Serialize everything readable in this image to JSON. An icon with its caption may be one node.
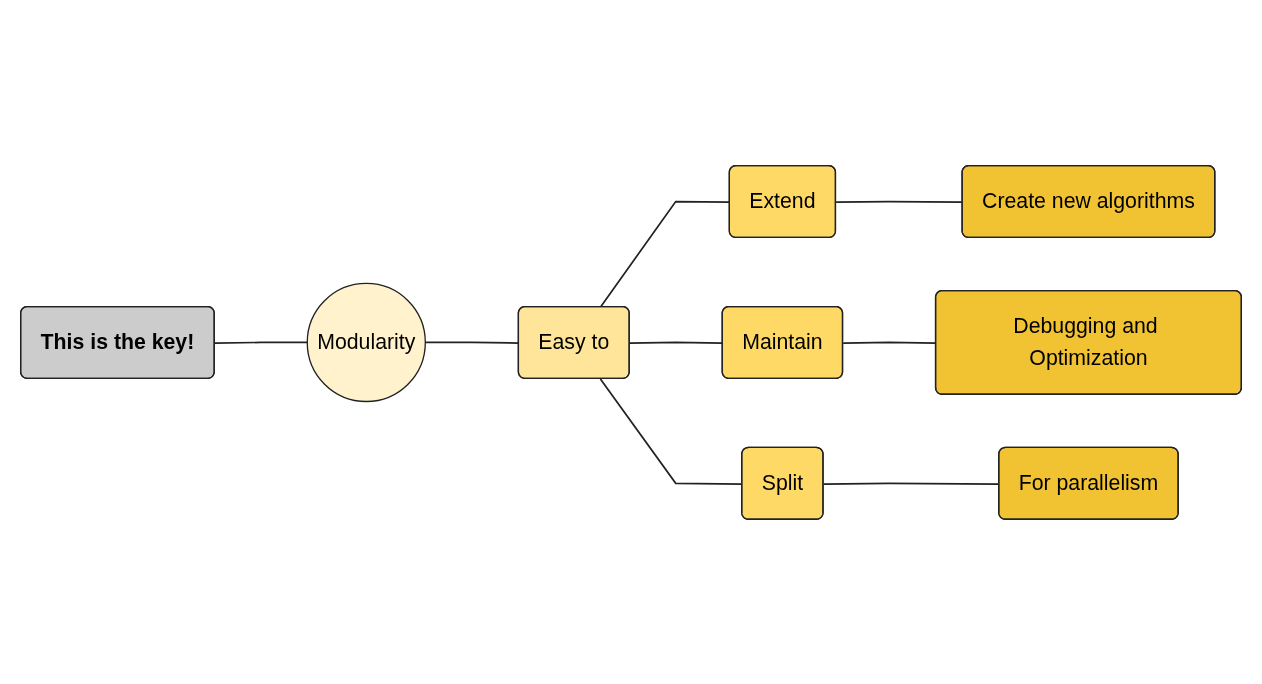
{
  "diagram": {
    "nodes": [
      {
        "text": [
          "This is the key!"
        ]
      },
      {
        "text": [
          "Modularity"
        ]
      },
      {
        "text": [
          "Easy to"
        ]
      },
      {
        "text": [
          "Extend"
        ]
      },
      {
        "text": [
          "Maintain"
        ]
      },
      {
        "text": [
          "Split"
        ]
      },
      {
        "text": [
          "Create new algorithms"
        ]
      },
      {
        "text": [
          "Debugging and Optimization"
        ]
      },
      {
        "text": [
          "For parallelism"
        ]
      }
    ],
    "edges": [
      {
        "from": 0,
        "to": 1,
        "arrow": "none"
      },
      {
        "from": 1,
        "to": 2,
        "arrow": "none"
      },
      {
        "from": 2,
        "to": 3,
        "arrow": "none"
      },
      {
        "from": 2,
        "to": 4,
        "arrow": "none"
      },
      {
        "from": 2,
        "to": 5,
        "arrow": "none"
      },
      {
        "from": 3,
        "to": 6,
        "arrow": "none"
      },
      {
        "from": 4,
        "to": 7,
        "arrow": "none"
      },
      {
        "from": 5,
        "to": 8,
        "arrow": "none"
      }
    ]
  }
}
